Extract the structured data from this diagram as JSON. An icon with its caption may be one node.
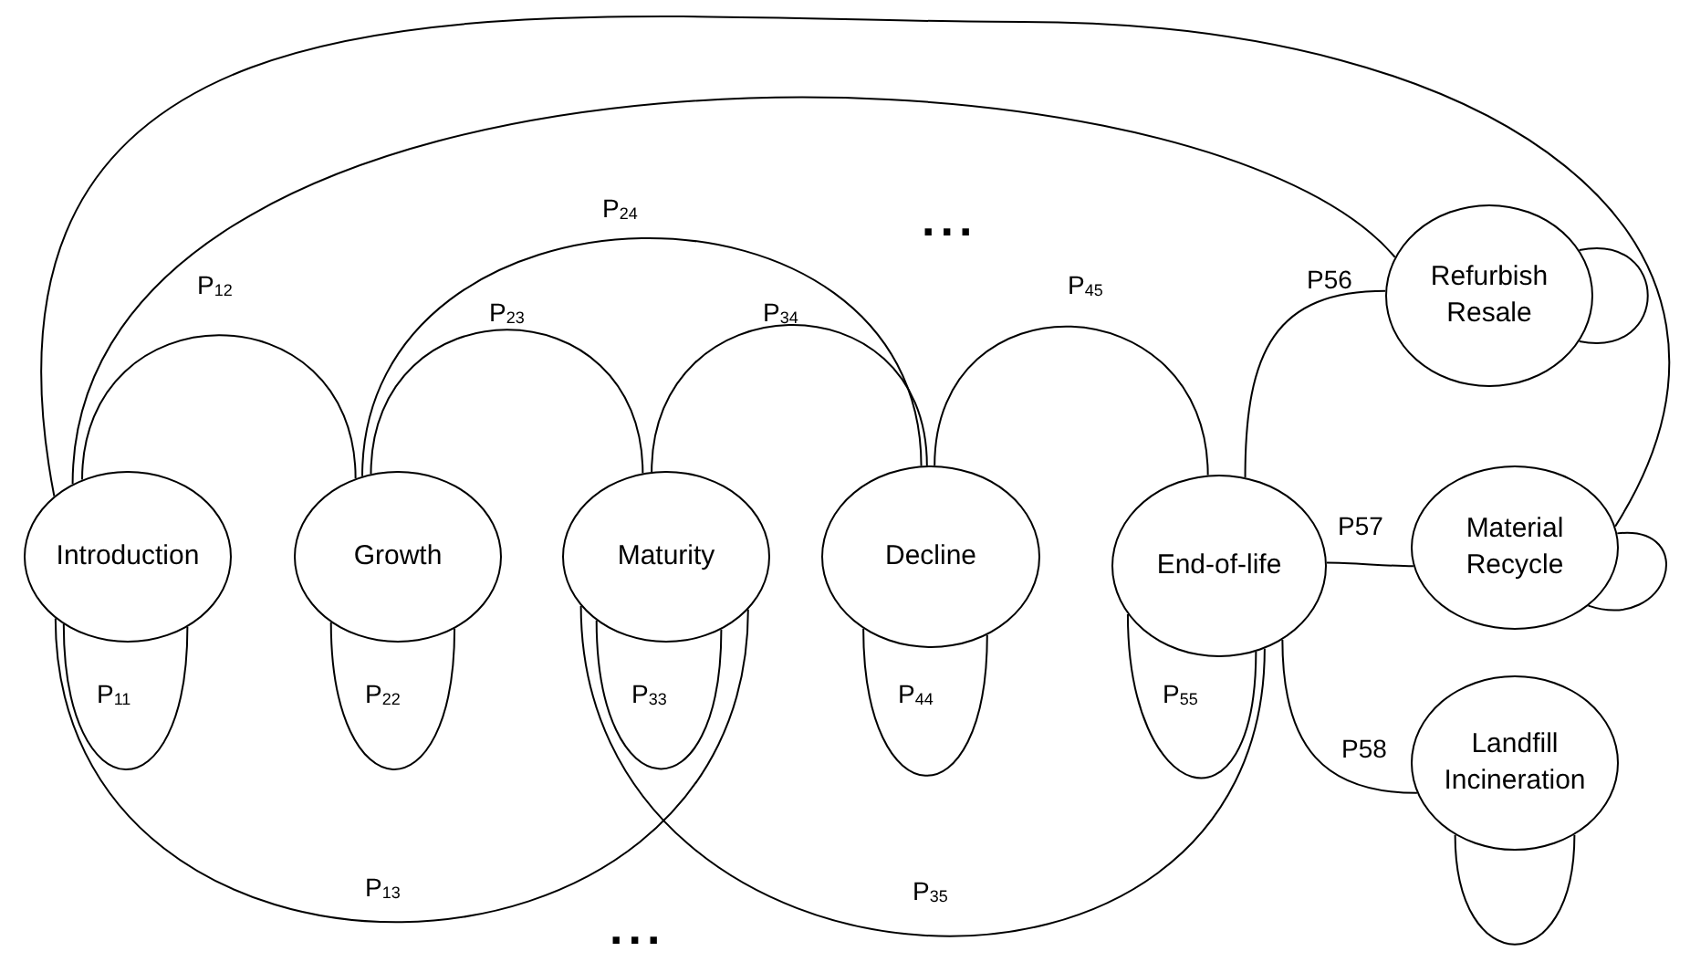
{
  "diagram": {
    "nodes": [
      {
        "text": [
          "Introduction"
        ]
      },
      {
        "text": [
          "Growth"
        ]
      },
      {
        "text": [
          "Maturity"
        ]
      },
      {
        "text": [
          "Decline"
        ]
      },
      {
        "text": [
          "End-of-life"
        ]
      },
      {
        "text": [
          "Refurbish Resale"
        ]
      },
      {
        "text": [
          "Material Recycle"
        ]
      },
      {
        "text": [
          "Landfill Incineration"
        ]
      }
    ],
    "edges": [
      {
        "from": 0,
        "to": 0,
        "arrow": "none",
        "label": "P$_{11}$"
      },
      {
        "from": 1,
        "to": 1,
        "arrow": "none",
        "label": "P$_{22}$"
      },
      {
        "from": 2,
        "to": 2,
        "arrow": "none",
        "label": "P$_{33}$"
      },
      {
        "from": 3,
        "to": 3,
        "arrow": "none",
        "label": "P$_{44}$"
      },
      {
        "from": 4,
        "to": 4,
        "arrow": "none",
        "label": "P$_{55}$"
      },
      {
        "from": 0,
        "to": 1,
        "arrow": "none",
        "label": "P$_{12}$"
      },
      {
        "from": 1,
        "to": 2,
        "arrow": "none",
        "label": "P$_{23}$"
      },
      {
        "from": 2,
        "to": 3,
        "arrow": "none",
        "label": "P$_{34}$"
      },
      {
        "from": 3,
        "to": 4,
        "arrow": "none",
        "label": "P$_{45}$"
      },
      {
        "from": 1,
        "to": 3,
        "arrow": "none",
        "label": "P$_{24}$"
      },
      {
        "from": 0,
        "to": 2,
        "arrow": "none",
        "label": "P$_{13}$"
      },
      {
        "from": 2,
        "to": 4,
        "arrow": "none",
        "label": "P$_{35}$"
      },
      {
        "from": 4,
        "to": 5,
        "arrow": "none",
        "label": "P56"
      },
      {
        "from": 4,
        "to": 6,
        "arrow": "none",
        "label": "P57"
      },
      {
        "from": 4,
        "to": 7,
        "arrow": "none",
        "label": "P58"
      },
      {
        "from": 0,
        "to": 5,
        "arrow": "none"
      },
      {
        "from": 0,
        "to": 6,
        "arrow": "none"
      },
      {
        "from": 5,
        "to": 5,
        "arrow": "none"
      },
      {
        "from": 6,
        "to": 6,
        "arrow": "none"
      },
      {
        "from": 7,
        "to": 7,
        "arrow": "none"
      }
    ],
    "labels": [
      "...",
      "..."
    ]
  }
}
